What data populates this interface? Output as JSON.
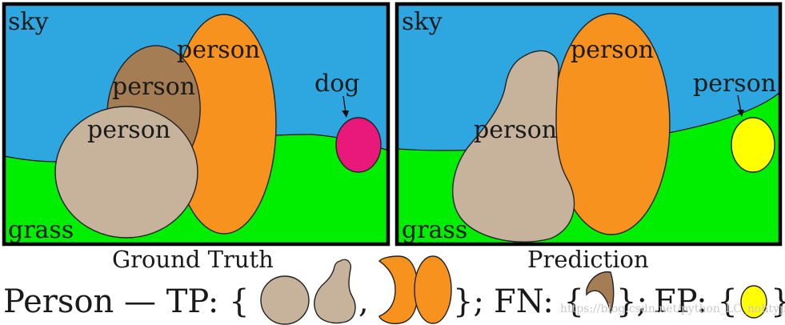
{
  "colors": {
    "sky": "#2ea7e0",
    "grass": "#00ee00",
    "person_beige": "#c7b29b",
    "person_brown": "#a47d55",
    "person_orange": "#f7921e",
    "dog_pink": "#e8197a",
    "fp_yellow": "#ffff00",
    "frame": "#000000"
  },
  "ground_truth": {
    "caption": "Ground Truth",
    "labels": {
      "sky": "sky",
      "grass": "grass",
      "person_orange": "person",
      "person_brown": "person",
      "person_beige": "person",
      "dog": "dog"
    }
  },
  "prediction": {
    "caption": "Prediction",
    "labels": {
      "sky": "sky",
      "grass": "grass",
      "person_orange": "person",
      "person_beige": "person",
      "person_small": "person"
    }
  },
  "legend": {
    "prefix": "Person — TP: {",
    "comma": ",",
    "tp_close": "};",
    "fn_open": "FN: {",
    "fn_close": "};",
    "fp_open": "FP: {",
    "fp_close": "}",
    "watermark": "https://blog.csdn.net/python_LC_nohtyp"
  }
}
